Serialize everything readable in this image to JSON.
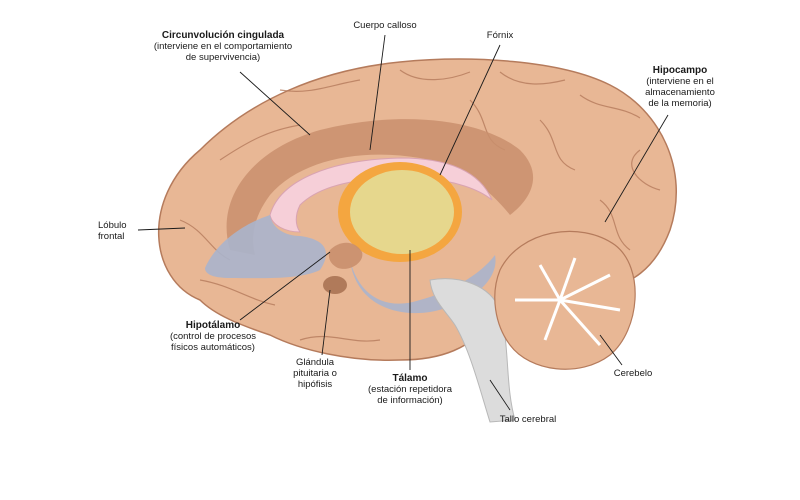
{
  "labels": {
    "cingulate": {
      "title": "Circunvolución cingulada",
      "desc1": "(interviene en el comportamiento",
      "desc2": "de supervivencia)"
    },
    "corpus": {
      "title": "Cuerpo calloso"
    },
    "fornix": {
      "title": "Fórnix"
    },
    "hippocampus": {
      "title": "Hipocampo",
      "desc1": "(interviene en el",
      "desc2": "almacenamiento",
      "desc3": "de la memoria)"
    },
    "frontal": {
      "line1": "Lóbulo",
      "line2": "frontal"
    },
    "hypothalamus": {
      "title": "Hipotálamo",
      "desc1": "(control de procesos",
      "desc2": "físicos automáticos)"
    },
    "pituitary": {
      "line1": "Glándula",
      "line2": "pituitaria o",
      "line3": "hipófisis"
    },
    "thalamus": {
      "title": "Tálamo",
      "desc1": "(estación repetidora",
      "desc2": "de información)"
    },
    "brainstem": {
      "title": "Tallo cerebral"
    },
    "cerebellum": {
      "title": "Cerebelo"
    }
  },
  "colors": {
    "cortex": "#e8b795",
    "cortex_dark": "#c98f6d",
    "gyri_line": "#b57b5c",
    "corpus_callosum": "#f6cfd8",
    "ventricle": "#aab4cc",
    "thalamus": "#e6d78d",
    "fornix_ring": "#f4a640",
    "brainstem": "#dcdcdc",
    "cerebellum": "#e8b795"
  }
}
